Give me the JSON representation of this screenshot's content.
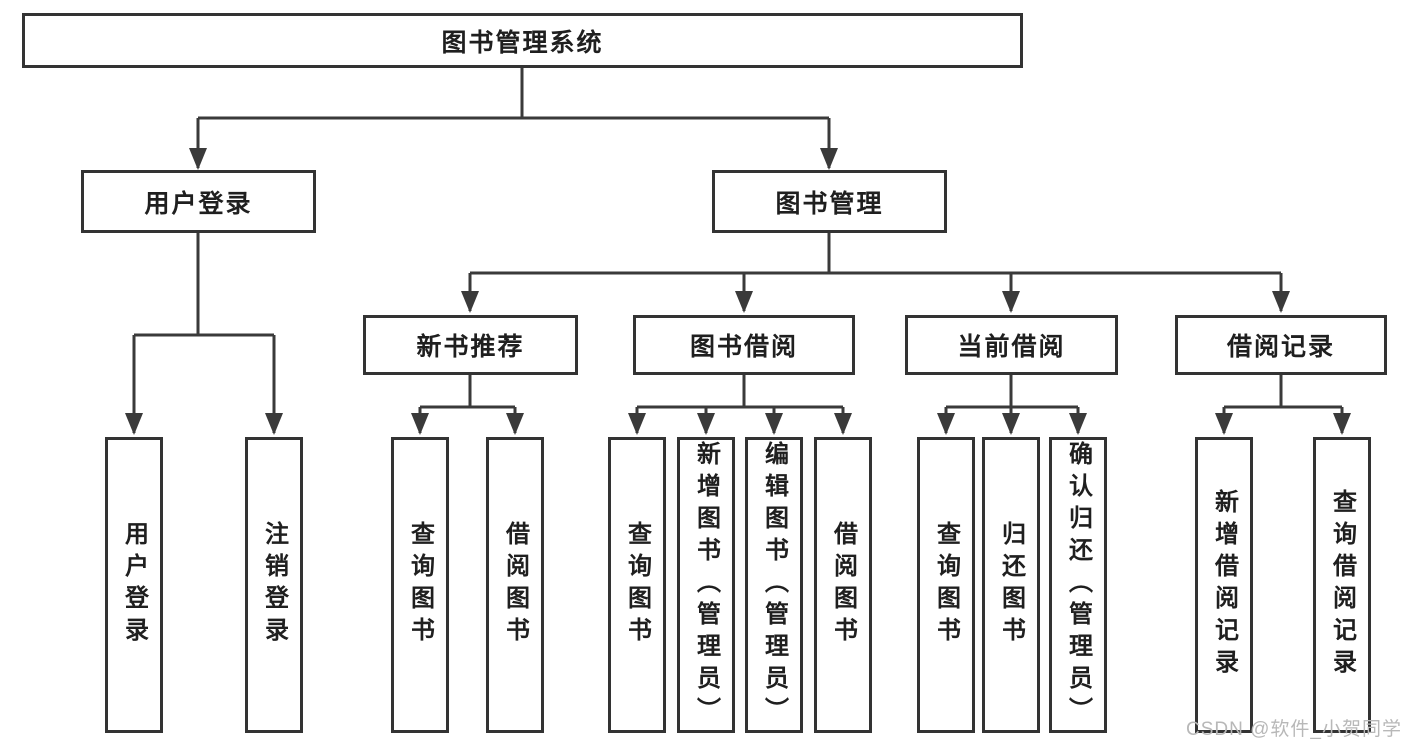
{
  "diagram": {
    "type": "hierarchy-tree",
    "root": "图书管理系统",
    "level2": {
      "user_login": "用户登录",
      "book_mgmt": "图书管理"
    },
    "level3": {
      "new_book_rec": "新书推荐",
      "book_borrow": "图书借阅",
      "current_borrow": "当前借阅",
      "borrow_records": "借阅记录"
    },
    "leaves": {
      "user_login": [
        "用户登录",
        "注销登录"
      ],
      "new_book_rec": [
        "查询图书",
        "借阅图书"
      ],
      "book_borrow": [
        "查询图书",
        "新增图书（管理员）",
        "编辑图书（管理员）",
        "借阅图书"
      ],
      "current_borrow": [
        "查询图书",
        "归还图书",
        "确认归还（管理员）"
      ],
      "borrow_records": [
        "新增借阅记录",
        "查询借阅记录"
      ]
    }
  },
  "watermark": "CSDN @软件_小贺同学",
  "colors": {
    "line": "#3a3a3a",
    "box_border": "#333333",
    "text": "#1f1f1f",
    "background": "#ffffff",
    "watermark": "#b8b8b8"
  }
}
